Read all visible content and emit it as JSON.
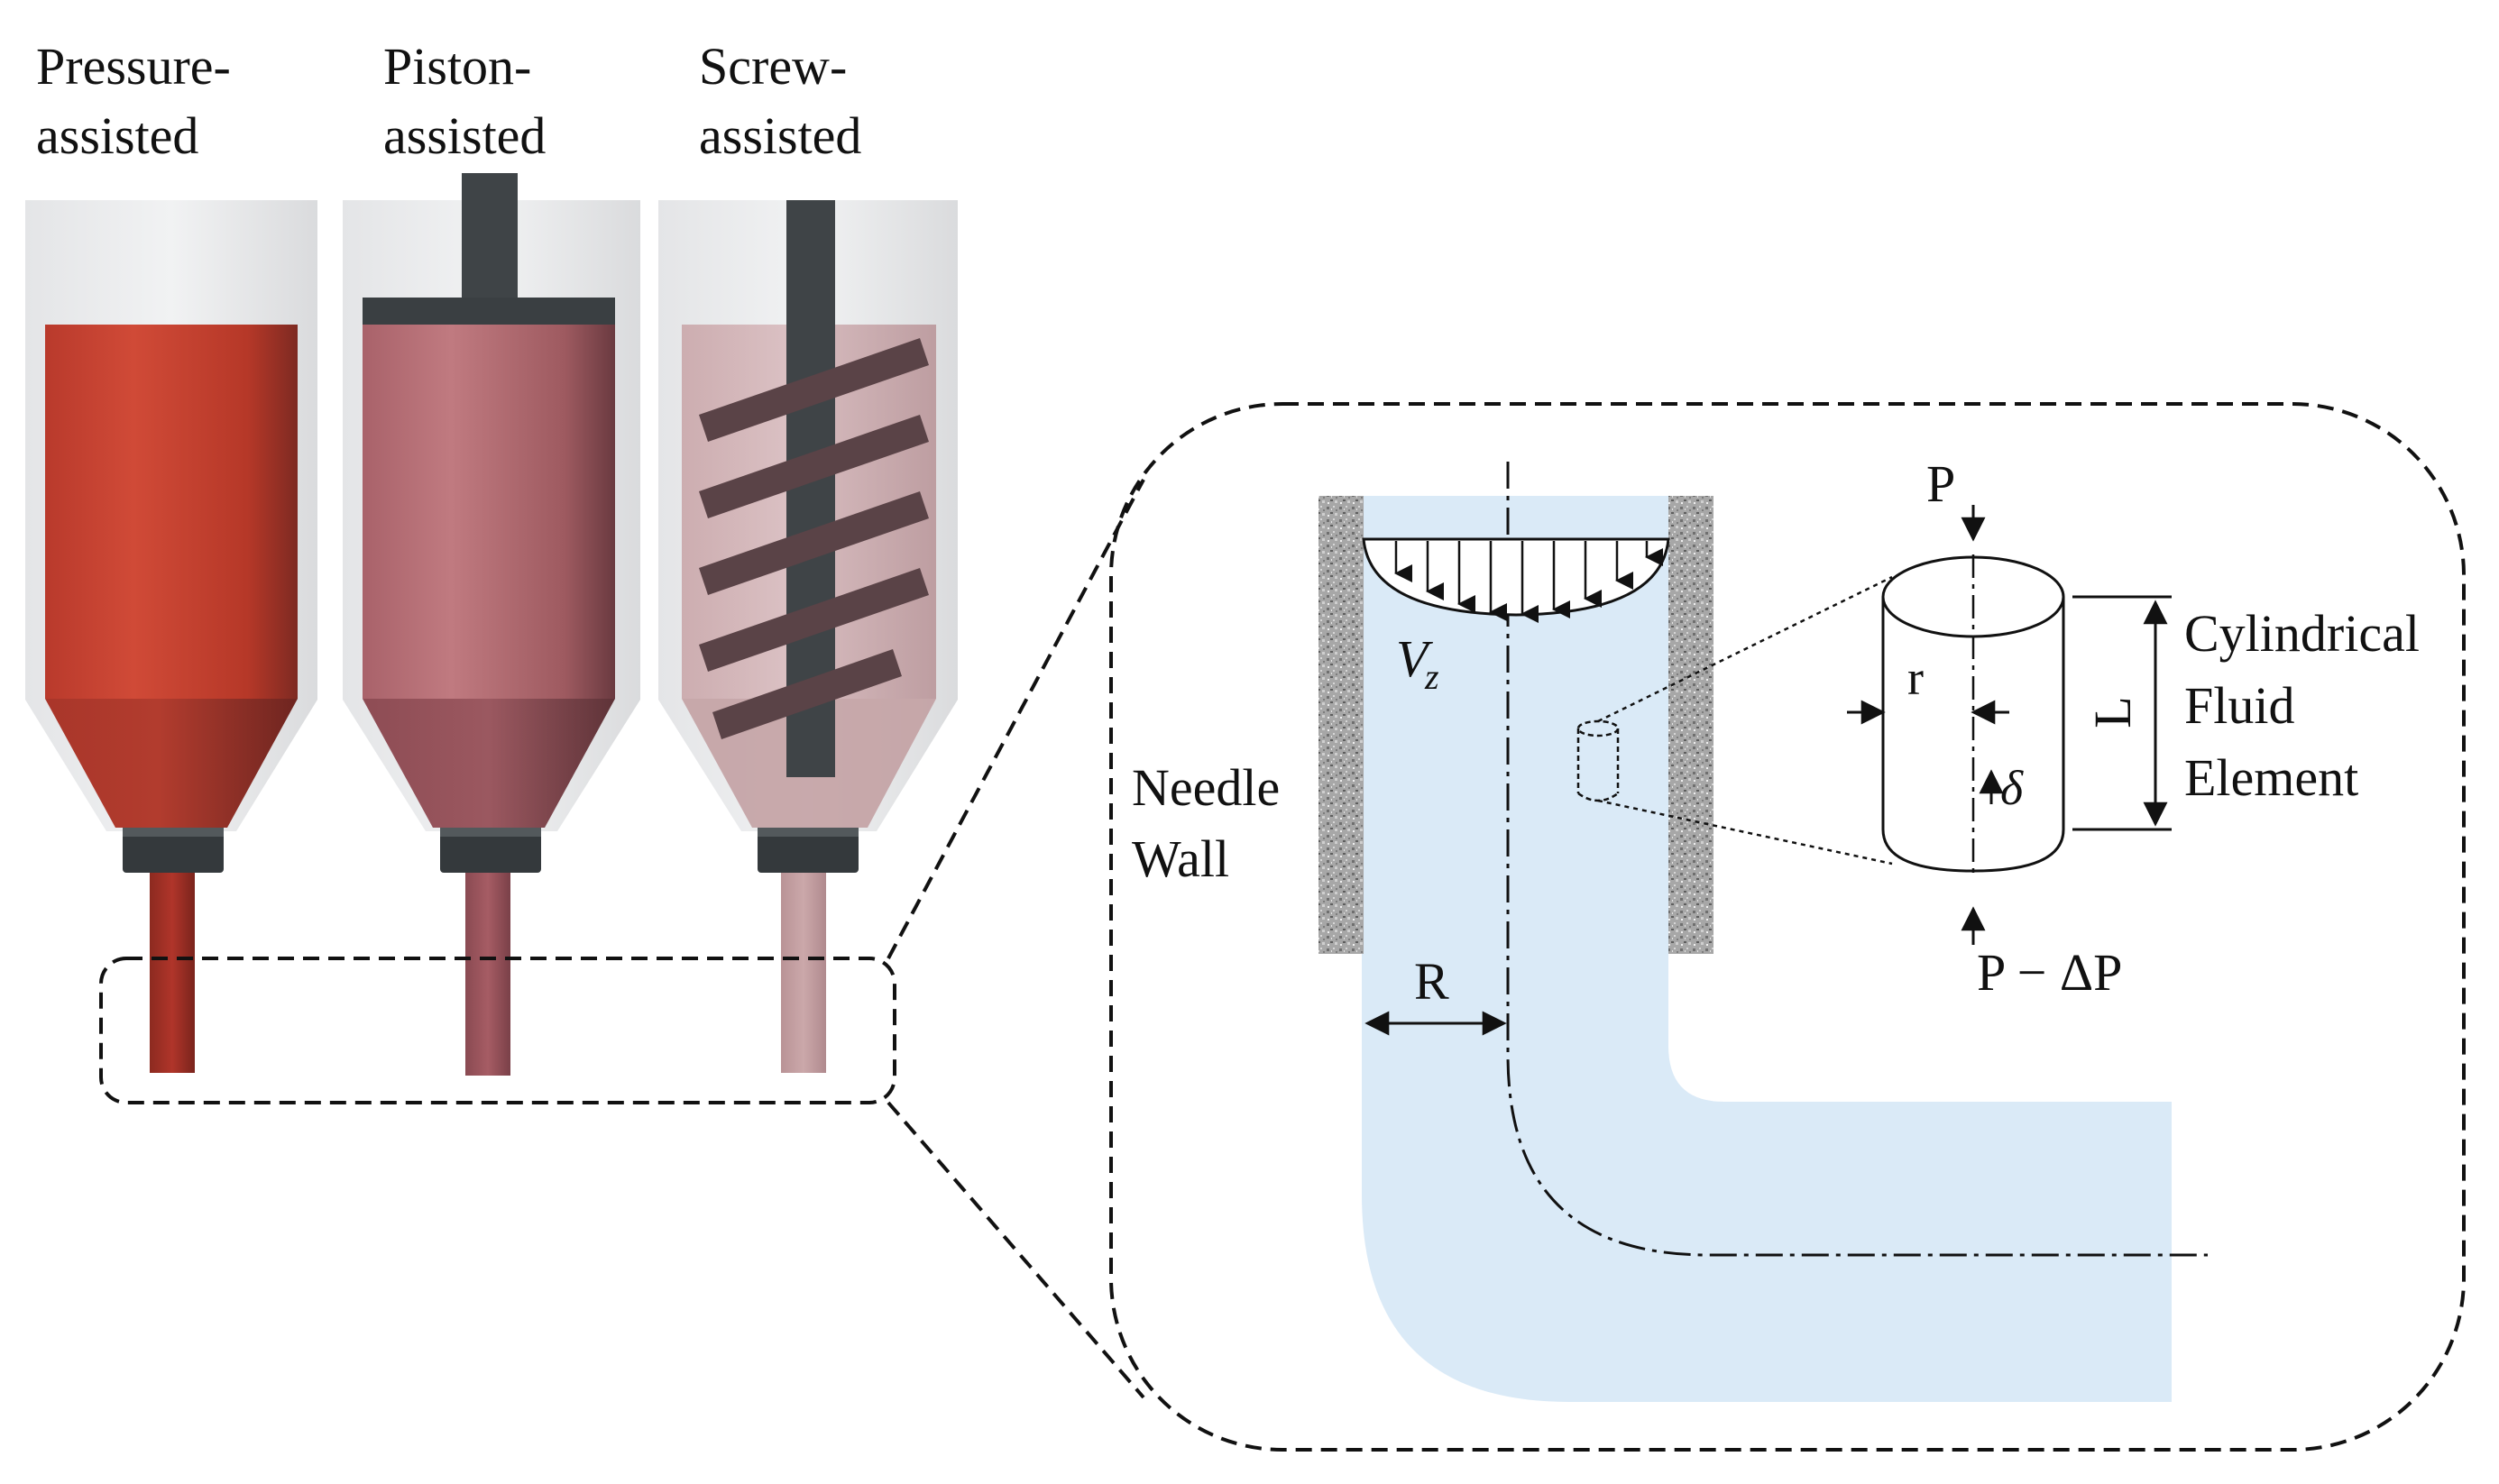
{
  "extruders": {
    "pressure": {
      "line1": "Pressure-",
      "line2": "assisted"
    },
    "piston": {
      "line1": "Piston-",
      "line2": "assisted"
    },
    "screw": {
      "line1": "Screw-",
      "line2": "assisted"
    }
  },
  "detail": {
    "needle_wall_line1": "Needle",
    "needle_wall_line2": "Wall",
    "velocity_symbol": "V",
    "velocity_subscript": "z",
    "radius_label": "R",
    "element_radius_label": "r",
    "length_label": "L",
    "delta_symbol": "δ",
    "pressure_top": "P",
    "pressure_bottom": "P − ΔP",
    "element_line1": "Cylindrical",
    "element_line2": "Fluid",
    "element_line3": "Element"
  },
  "colors": {
    "pressure_fluid": "#c8412f",
    "piston_fluid": "#b56870",
    "screw_fluid": "#c9a4a6",
    "flow_fill": "#daeaf7",
    "wall_gray": "#9a9a9a",
    "plunger_dark": "#3f4447"
  }
}
